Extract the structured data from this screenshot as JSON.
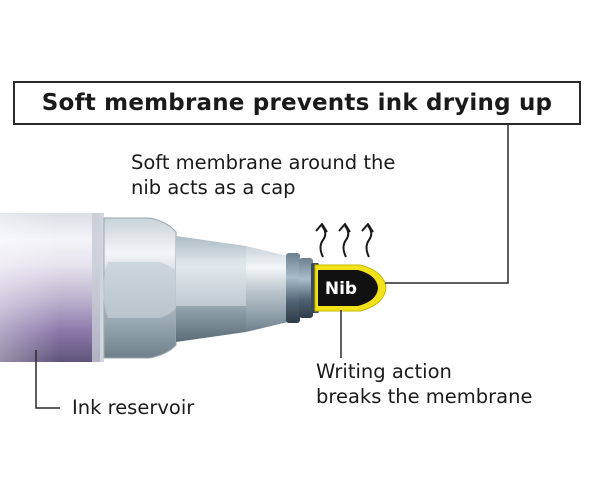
{
  "title": "Soft membrane prevents ink drying up",
  "captions": {
    "membrane": [
      "Soft membrane around the",
      "nib acts as a cap"
    ],
    "writing": [
      "Writing action",
      "breaks the membrane"
    ],
    "reservoir": "Ink reservoir"
  },
  "nib_label": "Nib",
  "colors": {
    "membrane_outline": "#f2e21a",
    "nib": "#111111",
    "barrel_tint": "#8a78a8",
    "metal": "#8fa0aa",
    "leader_lines": "#2a2a2a"
  }
}
